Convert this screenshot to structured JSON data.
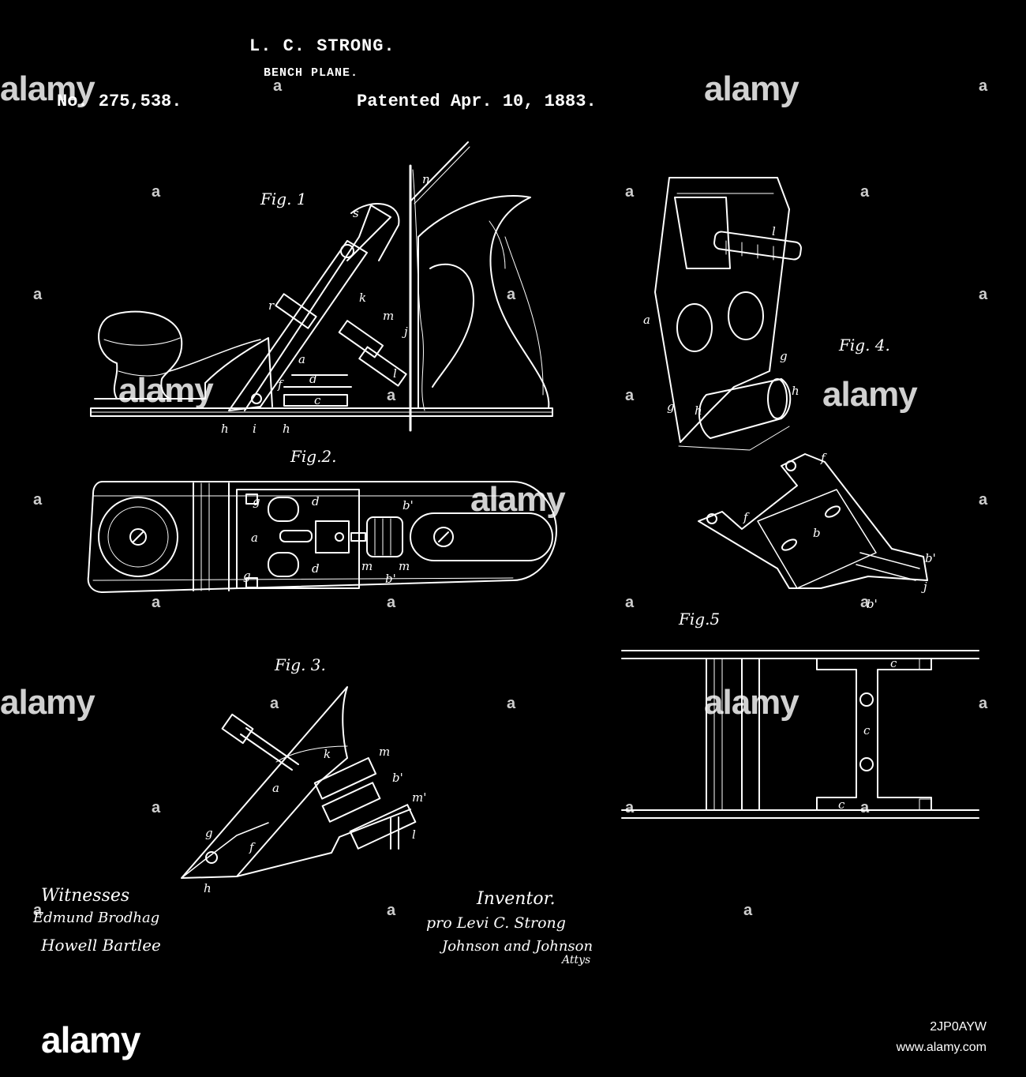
{
  "header": {
    "inventor": "L. C. STRONG.",
    "title": "BENCH PLANE.",
    "number": "No. 275,538.",
    "date": "Patented Apr. 10, 1883."
  },
  "figures": {
    "fig1": "Fig. 1",
    "fig2": "Fig.2.",
    "fig3": "Fig. 3.",
    "fig4": "Fig. 4.",
    "fig5": "Fig.5"
  },
  "signatures": {
    "witnesses_label": "Witnesses",
    "witness1": "Edmund Brodhag",
    "witness2": "Howell Bartlee",
    "inventor_label": "Inventor.",
    "inventor_sig": "pro Levi C. Strong",
    "attorney": "Johnson and Johnson",
    "attys": "Attys"
  },
  "watermark": {
    "brand": "alamy",
    "image_id": "2JP0AYW",
    "url": "www.alamy.com",
    "small_glyph": "a"
  },
  "colors": {
    "background": "#000000",
    "ink": "#ffffff"
  }
}
